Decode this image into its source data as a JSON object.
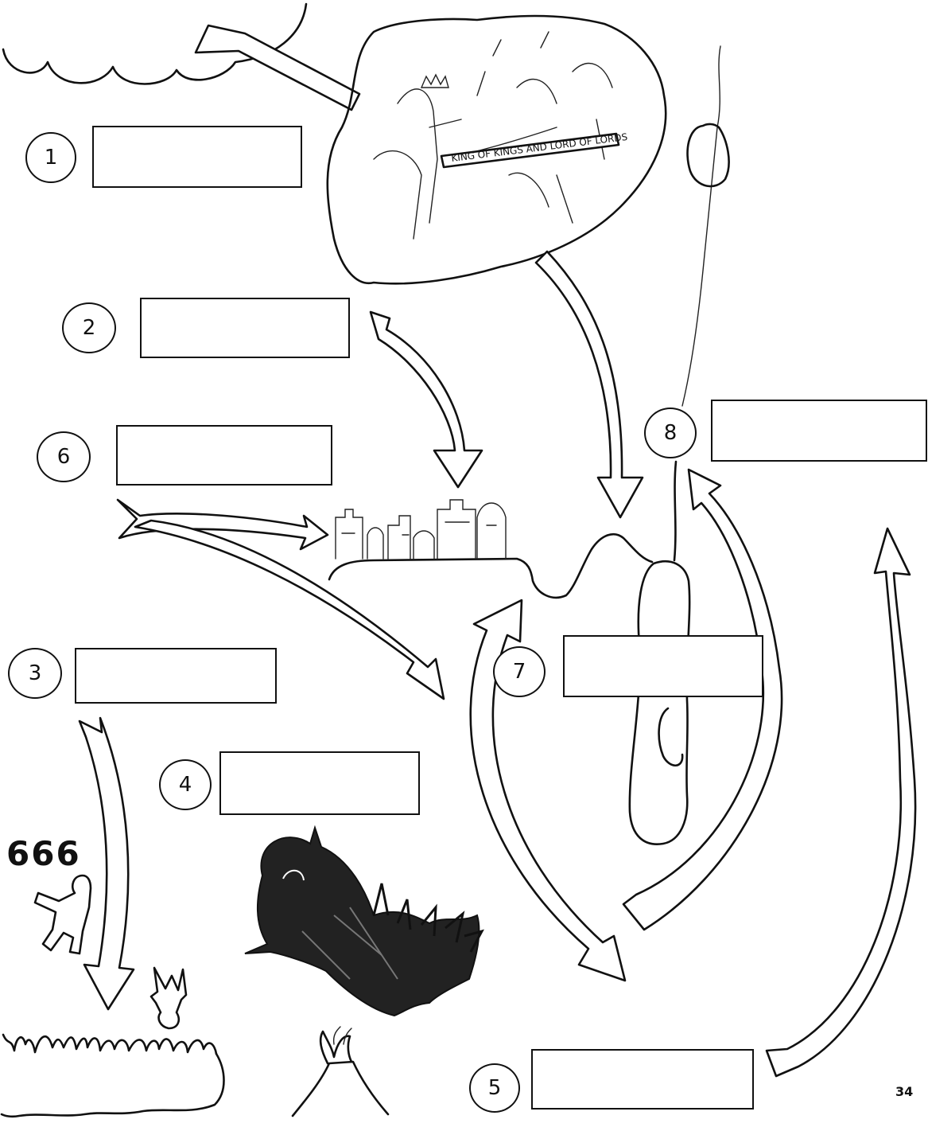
{
  "numbers": [
    "1",
    "2",
    "3",
    "4",
    "5",
    "6",
    "7",
    "8"
  ],
  "banner_text": "KING OF KINGS AND LORD OF LORDS",
  "beast_number": "666",
  "page_number": "34",
  "colors": {
    "ink": "#111111",
    "paper": "#ffffff"
  },
  "icons": [
    "cloud-icon",
    "rider-army-icon",
    "city-icon",
    "mountain-icon",
    "sea-map-icon",
    "figure-icon",
    "frog-icon",
    "dragon-icon",
    "fire-icon",
    "volcano-icon"
  ]
}
